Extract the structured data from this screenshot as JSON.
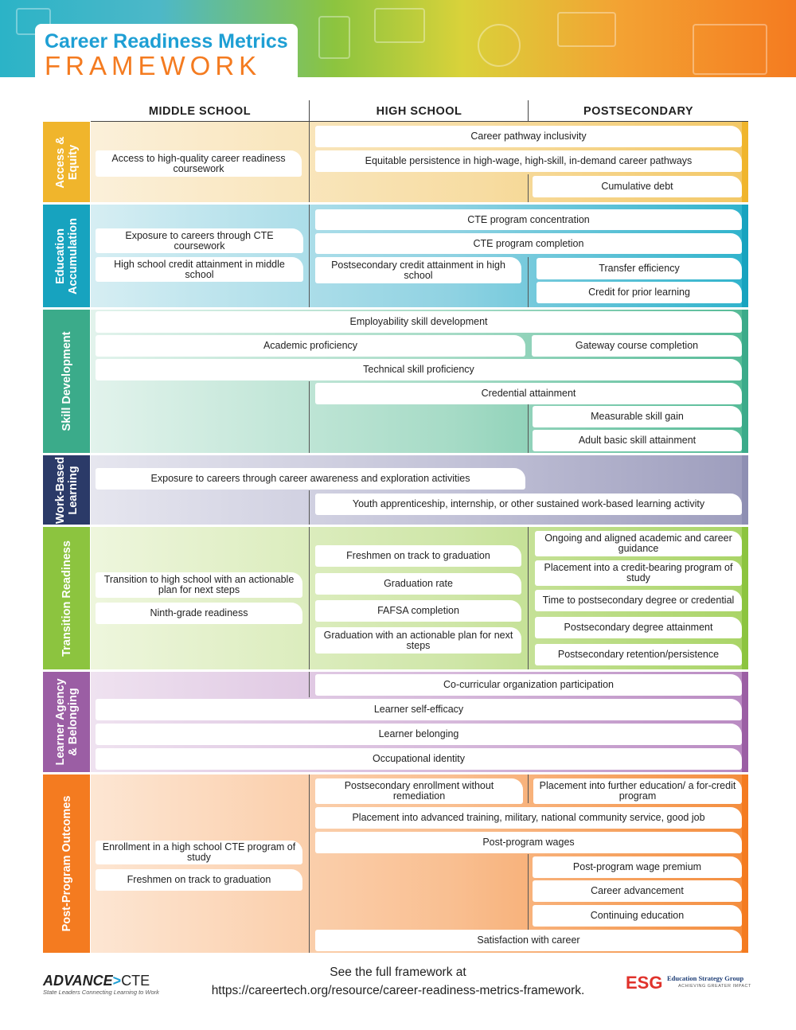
{
  "header": {
    "title_line1": "Career Readiness Metrics",
    "title_line2": "FRAMEWORK"
  },
  "columns": [
    "MIDDLE SCHOOL",
    "HIGH SCHOOL",
    "POSTSECONDARY"
  ],
  "colors": {
    "access": "#f0b52c",
    "education": "#17a3bf",
    "skill": "#3bab8a",
    "workbased": "#2b3a68",
    "transition": "#8cc43f",
    "agency": "#9b5ea4",
    "outcomes": "#f47b20"
  },
  "rows": {
    "access": {
      "label1": "Access &",
      "label2": "Equity",
      "items": [
        "Access to high-quality career readiness coursework",
        "Career pathway inclusivity",
        "Equitable persistence in high-wage, high-skill, in-demand career pathways",
        "Cumulative debt"
      ]
    },
    "education": {
      "label1": "Education",
      "label2": "Accumulation",
      "items": [
        "Exposure to careers through CTE coursework",
        "High school credit attainment in middle school",
        "CTE program concentration",
        "CTE program completion",
        "Postsecondary credit attainment in high school",
        "Transfer efficiency",
        "Credit for prior learning"
      ]
    },
    "skill": {
      "label1": "Skill Development",
      "items": [
        "Employability skill development",
        "Academic proficiency",
        "Gateway course completion",
        "Technical skill proficiency",
        "Credential attainment",
        "Measurable skill gain",
        "Adult basic skill attainment"
      ]
    },
    "workbased": {
      "label1": "Work-Based",
      "label2": "Learning",
      "items": [
        "Exposure to careers through career awareness and exploration activities",
        "Youth apprenticeship, internship, or other sustained work-based learning activity"
      ]
    },
    "transition": {
      "label1": "Transition Readiness",
      "items": [
        "Transition to high school with an actionable plan for next steps",
        "Ninth-grade readiness",
        "Freshmen on track to graduation",
        "Graduation rate",
        "FAFSA completion",
        "Graduation with an actionable plan for next steps",
        "Ongoing and aligned academic and career guidance",
        "Placement into a credit-bearing program of study",
        "Time to postsecondary degree or credential",
        "Postsecondary degree attainment",
        "Postsecondary retention/persistence"
      ]
    },
    "agency": {
      "label1": "Learner Agency",
      "label2": "& Belonging",
      "items": [
        "Co-curricular organization participation",
        "Learner self-efficacy",
        "Learner belonging",
        "Occupational identity"
      ]
    },
    "outcomes": {
      "label1": "Post-Program Outcomes",
      "items": [
        "Enrollment in a high school CTE program of study",
        "Freshmen on track to graduation",
        "Postsecondary enrollment without remediation",
        "Placement into further education/ a for-credit program",
        "Placement into advanced training, military, national community service, good job",
        "Post-program wages",
        "Post-program wage premium",
        "Career advancement",
        "Continuing education",
        "Satisfaction with career"
      ]
    }
  },
  "footer": {
    "line1": "See the full framework at",
    "line2": "https://careertech.org/resource/career-readiness-metrics-framework.",
    "advance_logo": "ADVANCE",
    "advance_cte": "CTE",
    "advance_tagline": "State Leaders Connecting Learning to Work",
    "esg_logo": "ESG",
    "esg_name": "Education Strategy Group",
    "esg_tagline": "ACHIEVING GREATER IMPACT"
  }
}
